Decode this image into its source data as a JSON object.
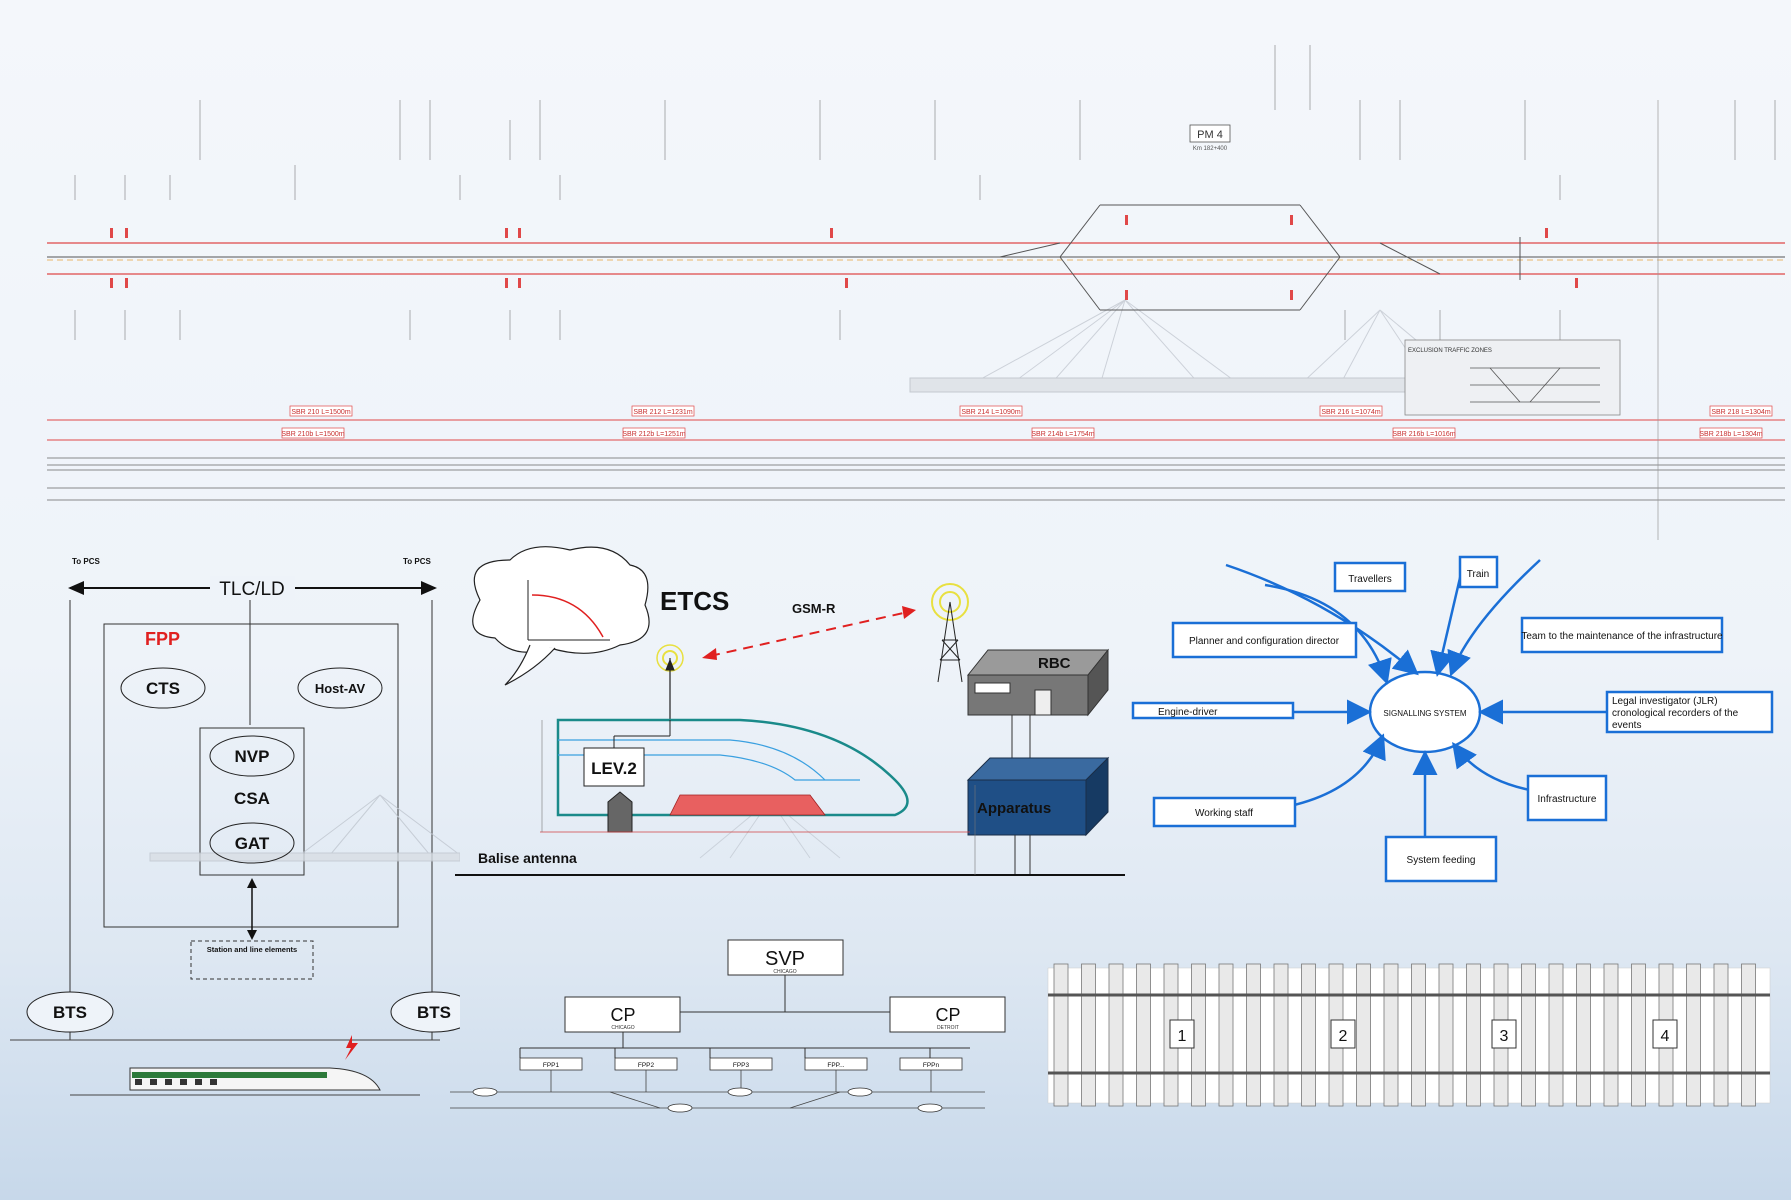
{
  "track_plan": {
    "pm_label": "PM 4",
    "pm_sub": "Km 182+400",
    "exclusion_zone_label": "EXCLUSION TRAFFIC ZONES",
    "sbr_upper": [
      "SBR 210 L=1500m",
      "SBR 212 L=1231m",
      "SBR 214 L=1090m",
      "SBR 216 L=1074m",
      "SBR 218 L=1304m"
    ],
    "sbr_lower": [
      "SBR 210b L=1500m",
      "SBR 212b L=1251m",
      "SBR 214b L=1754m",
      "SBR 216b L=1016m",
      "SBR 218b L=1304m"
    ]
  },
  "fpp_diagram": {
    "to_pcs_left": "To PCS",
    "to_pcs_right": "To PCS",
    "tlc": "TLC/LD",
    "fpp": "FPP",
    "cts": "CTS",
    "host_av": "Host-AV",
    "nvp": "NVP",
    "csa": "CSA",
    "gat": "GAT",
    "station_line": "Station and line elements",
    "bts_left": "BTS",
    "bts_right": "BTS"
  },
  "etcs_diagram": {
    "etcs": "ETCS",
    "gsm_r": "GSM-R",
    "rbc": "RBC",
    "lev2": "LEV.2",
    "apparatus": "Apparatus",
    "balise": "Balise antenna"
  },
  "signalling": {
    "center": "SIGNALLING SYSTEM",
    "travellers": "Travellers",
    "train": "Train",
    "planner": "Planner and configuration director",
    "team": "Team to the maintenance of the infrastructure",
    "engine_driver": "Engine-driver",
    "legal": "Legal investigator (JLR) cronological recorders of the events",
    "working_staff": "Working staff",
    "infrastructure": "Infrastructure",
    "system_feeding": "System feeding"
  },
  "svp_diagram": {
    "svp": "SVP",
    "svp_sub": "CHICAGO",
    "cp_left": "CP",
    "cp_left_sub": "CHICAGO",
    "cp_right": "CP",
    "cp_right_sub": "DETROIT",
    "fpps": [
      "FPP1",
      "FPP2",
      "FPP3",
      "FPP...",
      "FPPn"
    ]
  },
  "rail_blocks": [
    "1",
    "2",
    "3",
    "4"
  ],
  "colors": {
    "signal_red": "#e03030",
    "diagram_blue": "#1a6fd6",
    "apparatus_blue": "#1f4f86",
    "rbc_gray": "#707070",
    "train_teal": "#1a8a8a"
  }
}
